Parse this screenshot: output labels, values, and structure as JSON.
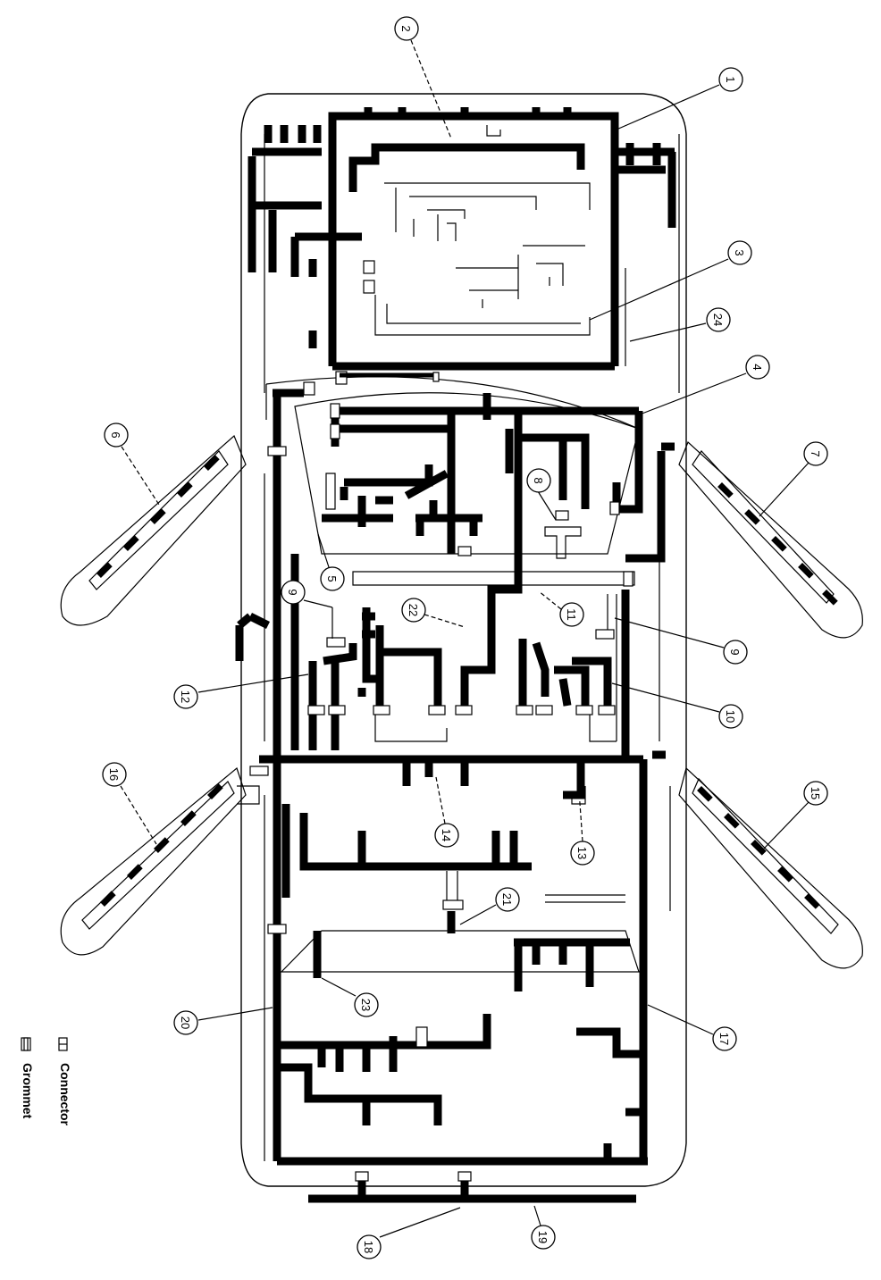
{
  "callouts": [
    {
      "id": "c1",
      "label": "1"
    },
    {
      "id": "c2",
      "label": "2"
    },
    {
      "id": "c3",
      "label": "3"
    },
    {
      "id": "c24",
      "label": "24"
    },
    {
      "id": "c4",
      "label": "4"
    },
    {
      "id": "c6",
      "label": "6"
    },
    {
      "id": "c7",
      "label": "7"
    },
    {
      "id": "c8",
      "label": "8"
    },
    {
      "id": "c5",
      "label": "5"
    },
    {
      "id": "c9a",
      "label": "9"
    },
    {
      "id": "c22",
      "label": "22"
    },
    {
      "id": "c11",
      "label": "11"
    },
    {
      "id": "c9b",
      "label": "9"
    },
    {
      "id": "c12",
      "label": "12"
    },
    {
      "id": "c10",
      "label": "10"
    },
    {
      "id": "c16",
      "label": "16"
    },
    {
      "id": "c15",
      "label": "15"
    },
    {
      "id": "c14",
      "label": "14"
    },
    {
      "id": "c13",
      "label": "13"
    },
    {
      "id": "c21",
      "label": "21"
    },
    {
      "id": "c23",
      "label": "23"
    },
    {
      "id": "c20",
      "label": "20"
    },
    {
      "id": "c17",
      "label": "17"
    },
    {
      "id": "c18",
      "label": "18"
    },
    {
      "id": "c19",
      "label": "19"
    }
  ],
  "legend": {
    "connector_label": "Connector",
    "grommet_label": "Grommet",
    "connector_icon": "connector-icon",
    "grommet_icon": "grommet-icon"
  }
}
